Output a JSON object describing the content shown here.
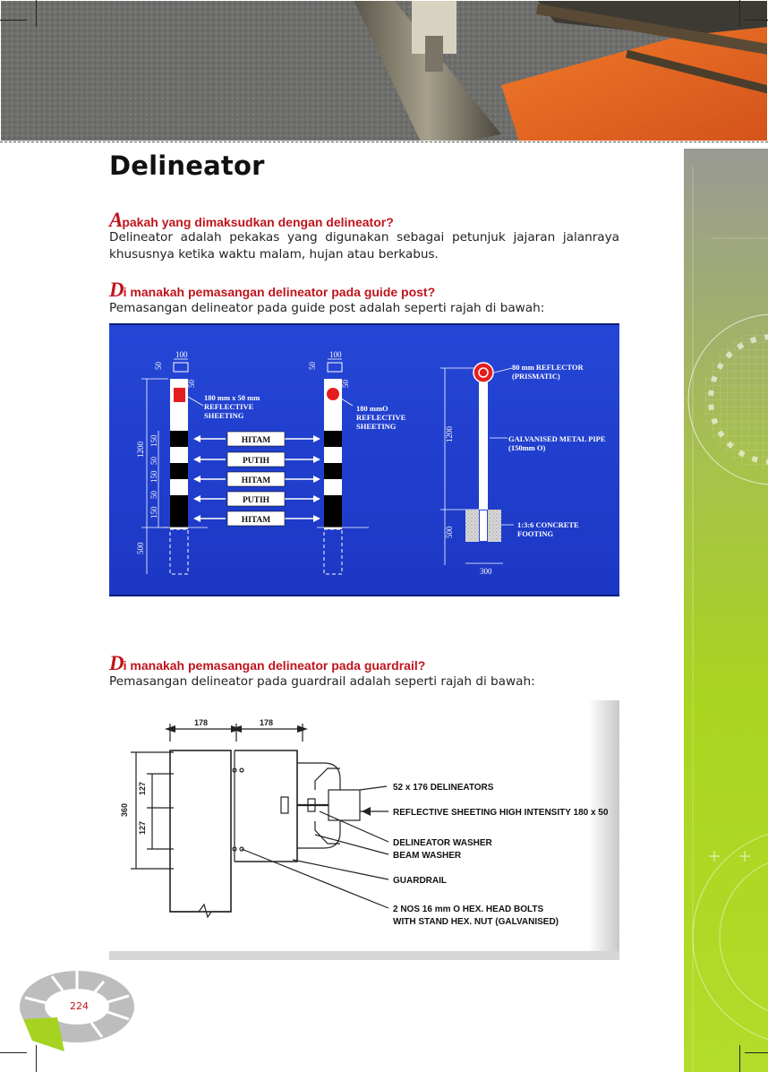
{
  "title": "Delineator",
  "page_number": "224",
  "sections": [
    {
      "question_cap": "A",
      "question_rest": "pakah yang dimaksudkan dengan delineator?",
      "answer": "Delineator adalah pekakas yang digunakan sebagai petunjuk jajaran jalanraya khususnya ketika waktu malam, hujan atau berkabus."
    },
    {
      "question_cap": "D",
      "question_rest": "i manakah pemasangan delineator pada guide post?",
      "answer": "Pemasangan delineator pada guide post adalah seperti rajah di bawah:"
    },
    {
      "question_cap": "D",
      "question_rest": "i manakah pemasangan delineator pada guardrail?",
      "answer": "Pemasangan delineator pada guardrail adalah seperti rajah di bawah:"
    }
  ],
  "guide_post_diagram": {
    "width_label": "100",
    "small_50": "50",
    "height_1200": "1200",
    "depth_500": "500",
    "base_300": "300",
    "segment_150": "150",
    "segment_50": "50",
    "stripes": [
      "HITAM",
      "PUTIH",
      "HITAM",
      "PUTIH",
      "HITAM"
    ],
    "sheeting_rect": "180 mm x 50 mm REFLECTIVE SHEETING",
    "sheeting_round": "180 mmO REFLECTIVE SHEETING",
    "reflector": "80 mm REFLECTOR (PRISMATIC)",
    "pipe": "GALVANISED METAL PIPE (150mm O)",
    "footing": "1:3:6 CONCRETE FOOTING"
  },
  "guardrail_diagram": {
    "dim_178_a": "178",
    "dim_178_b": "178",
    "dim_360": "360",
    "dim_127_a": "127",
    "dim_127_b": "127",
    "labels": [
      "52 x 176 DELINEATORS",
      "REFLECTIVE SHEETING HIGH INTENSITY 180 x 50",
      "DELINEATOR WASHER",
      "BEAM WASHER",
      "GUARDRAIL",
      "2 NOS 16 mm O HEX. HEAD BOLTS",
      "WITH STAND HEX. NUT (GALVANISED)"
    ]
  },
  "colors": {
    "accent_red": "#c0141c",
    "diagram_blue": "#1f3fd0",
    "band_green": "#a6d321"
  }
}
